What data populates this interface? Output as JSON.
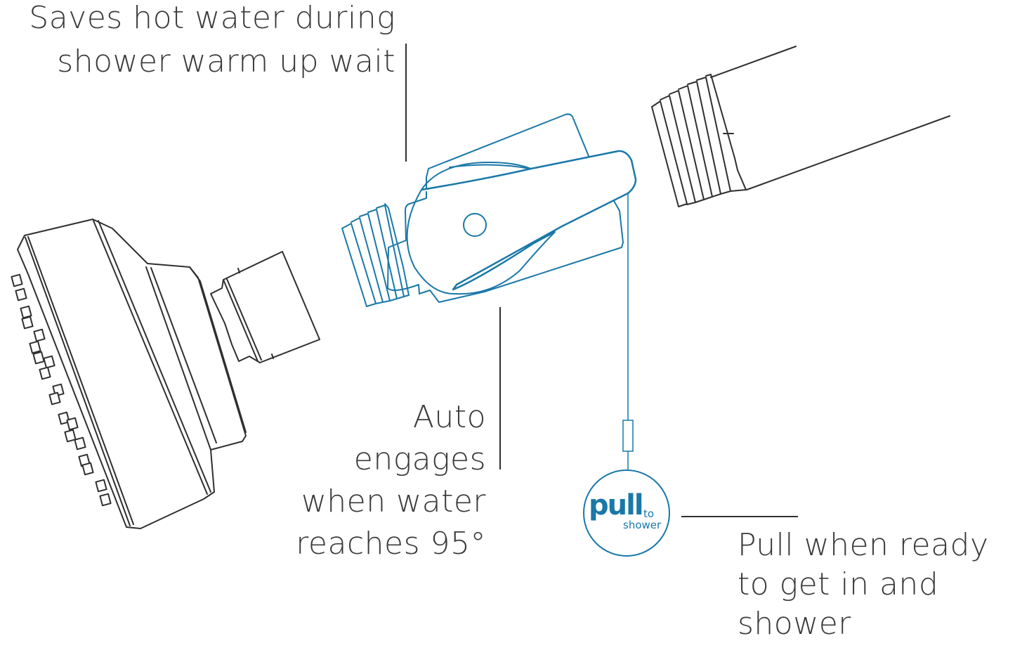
{
  "callouts": {
    "saves": [
      "Saves hot water during",
      "shower warm up wait"
    ],
    "auto": [
      "Auto",
      "engages",
      "when water",
      "reaches 95°"
    ],
    "pull": [
      "Pull when ready",
      "to get in and",
      "shower"
    ]
  },
  "pull_tag": {
    "main": "pull",
    "small_top": "to",
    "small_bottom": "shower"
  },
  "colors": {
    "accent": "#1a78a8",
    "line": "#2f2f2f",
    "text": "#3a3a3a"
  },
  "parts": [
    "shower-head",
    "shutoff-valve",
    "shower-arm-pipe"
  ]
}
